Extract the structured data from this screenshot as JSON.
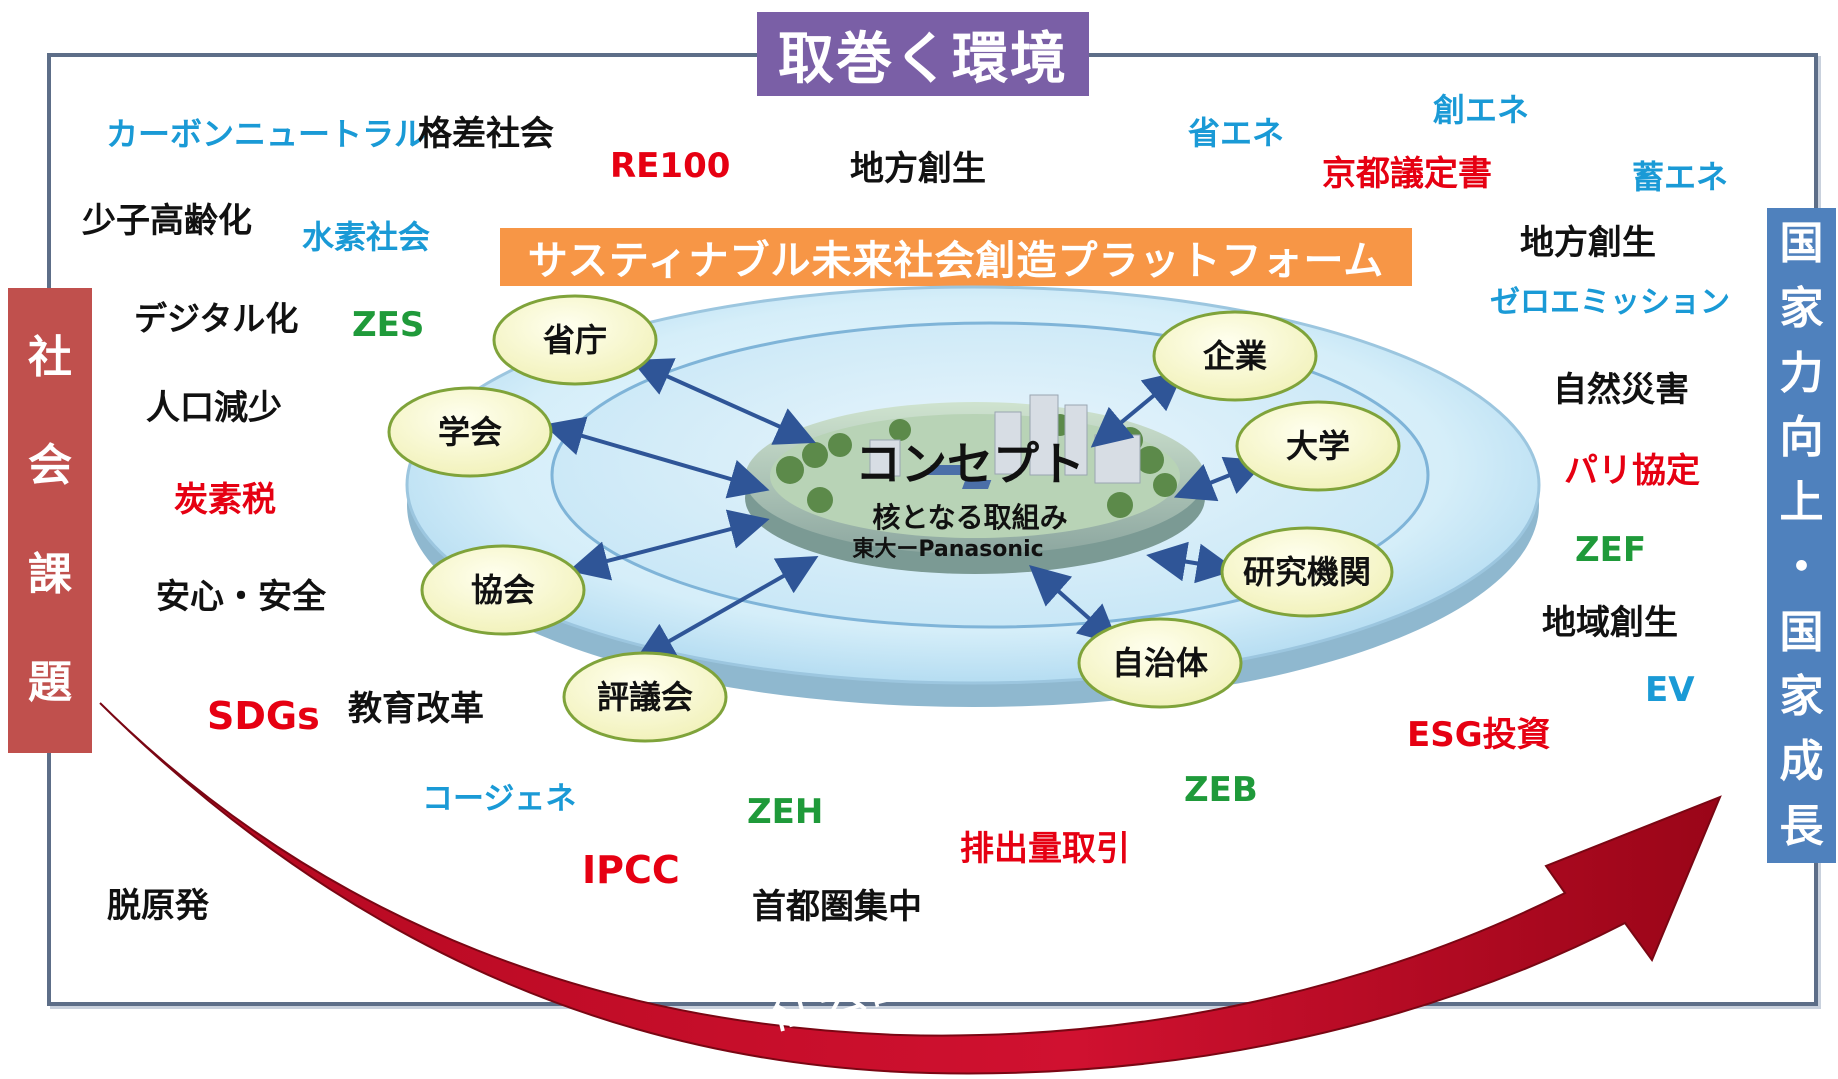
{
  "header_title": "取巻く環境",
  "platform_title": "サスティナブル未来社会創造プラットフォーム",
  "left_banner": [
    "社",
    "会",
    "課",
    "題"
  ],
  "right_banner": [
    "国",
    "家",
    "力",
    "向",
    "上",
    "・",
    "国",
    "家",
    "成",
    "長"
  ],
  "concept": {
    "title": "コンセプト",
    "subtitle": "核となる取組み",
    "caption": "東大ーPanasonic"
  },
  "nodes": [
    "省庁",
    "学会",
    "協会",
    "評議会",
    "企業",
    "大学",
    "研究機関",
    "自治体"
  ],
  "bottom_arrow_text": "社会課題を 解決し、国家成長へ",
  "keywords": [
    {
      "text": "カーボンニュートラル",
      "color": "blue"
    },
    {
      "text": "格差社会",
      "color": "black"
    },
    {
      "text": "RE100",
      "color": "red"
    },
    {
      "text": "地方創生",
      "color": "black"
    },
    {
      "text": "省エネ",
      "color": "blue"
    },
    {
      "text": "創エネ",
      "color": "blue"
    },
    {
      "text": "京都議定書",
      "color": "red"
    },
    {
      "text": "蓄エネ",
      "color": "blue"
    },
    {
      "text": "少子高齢化",
      "color": "black"
    },
    {
      "text": "水素社会",
      "color": "blue"
    },
    {
      "text": "地方創生",
      "color": "black"
    },
    {
      "text": "デジタル化",
      "color": "black"
    },
    {
      "text": "ZES",
      "color": "green"
    },
    {
      "text": "ゼロエミッション",
      "color": "blue"
    },
    {
      "text": "人口減少",
      "color": "black"
    },
    {
      "text": "自然災害",
      "color": "black"
    },
    {
      "text": "炭素税",
      "color": "red"
    },
    {
      "text": "パリ協定",
      "color": "red"
    },
    {
      "text": "ZEF",
      "color": "green"
    },
    {
      "text": "安心・安全",
      "color": "black"
    },
    {
      "text": "地域創生",
      "color": "black"
    },
    {
      "text": "EV",
      "color": "blue"
    },
    {
      "text": "SDGs",
      "color": "red"
    },
    {
      "text": "教育改革",
      "color": "black"
    },
    {
      "text": "ESG投資",
      "color": "red"
    },
    {
      "text": "コージェネ",
      "color": "blue"
    },
    {
      "text": "ZEH",
      "color": "green"
    },
    {
      "text": "ZEB",
      "color": "green"
    },
    {
      "text": "排出量取引",
      "color": "red"
    },
    {
      "text": "IPCC",
      "color": "red"
    },
    {
      "text": "首都圏集中",
      "color": "black"
    },
    {
      "text": "脱原発",
      "color": "black"
    }
  ],
  "colors": {
    "title_bg": "#7a5fa6",
    "platform_bg": "#f79646",
    "left_banner_bg": "#c0504d",
    "right_banner_bg": "#4f81bd",
    "arrow": "#c8102e",
    "node_fill": "#fafad2",
    "node_stroke": "#7fa33a"
  }
}
